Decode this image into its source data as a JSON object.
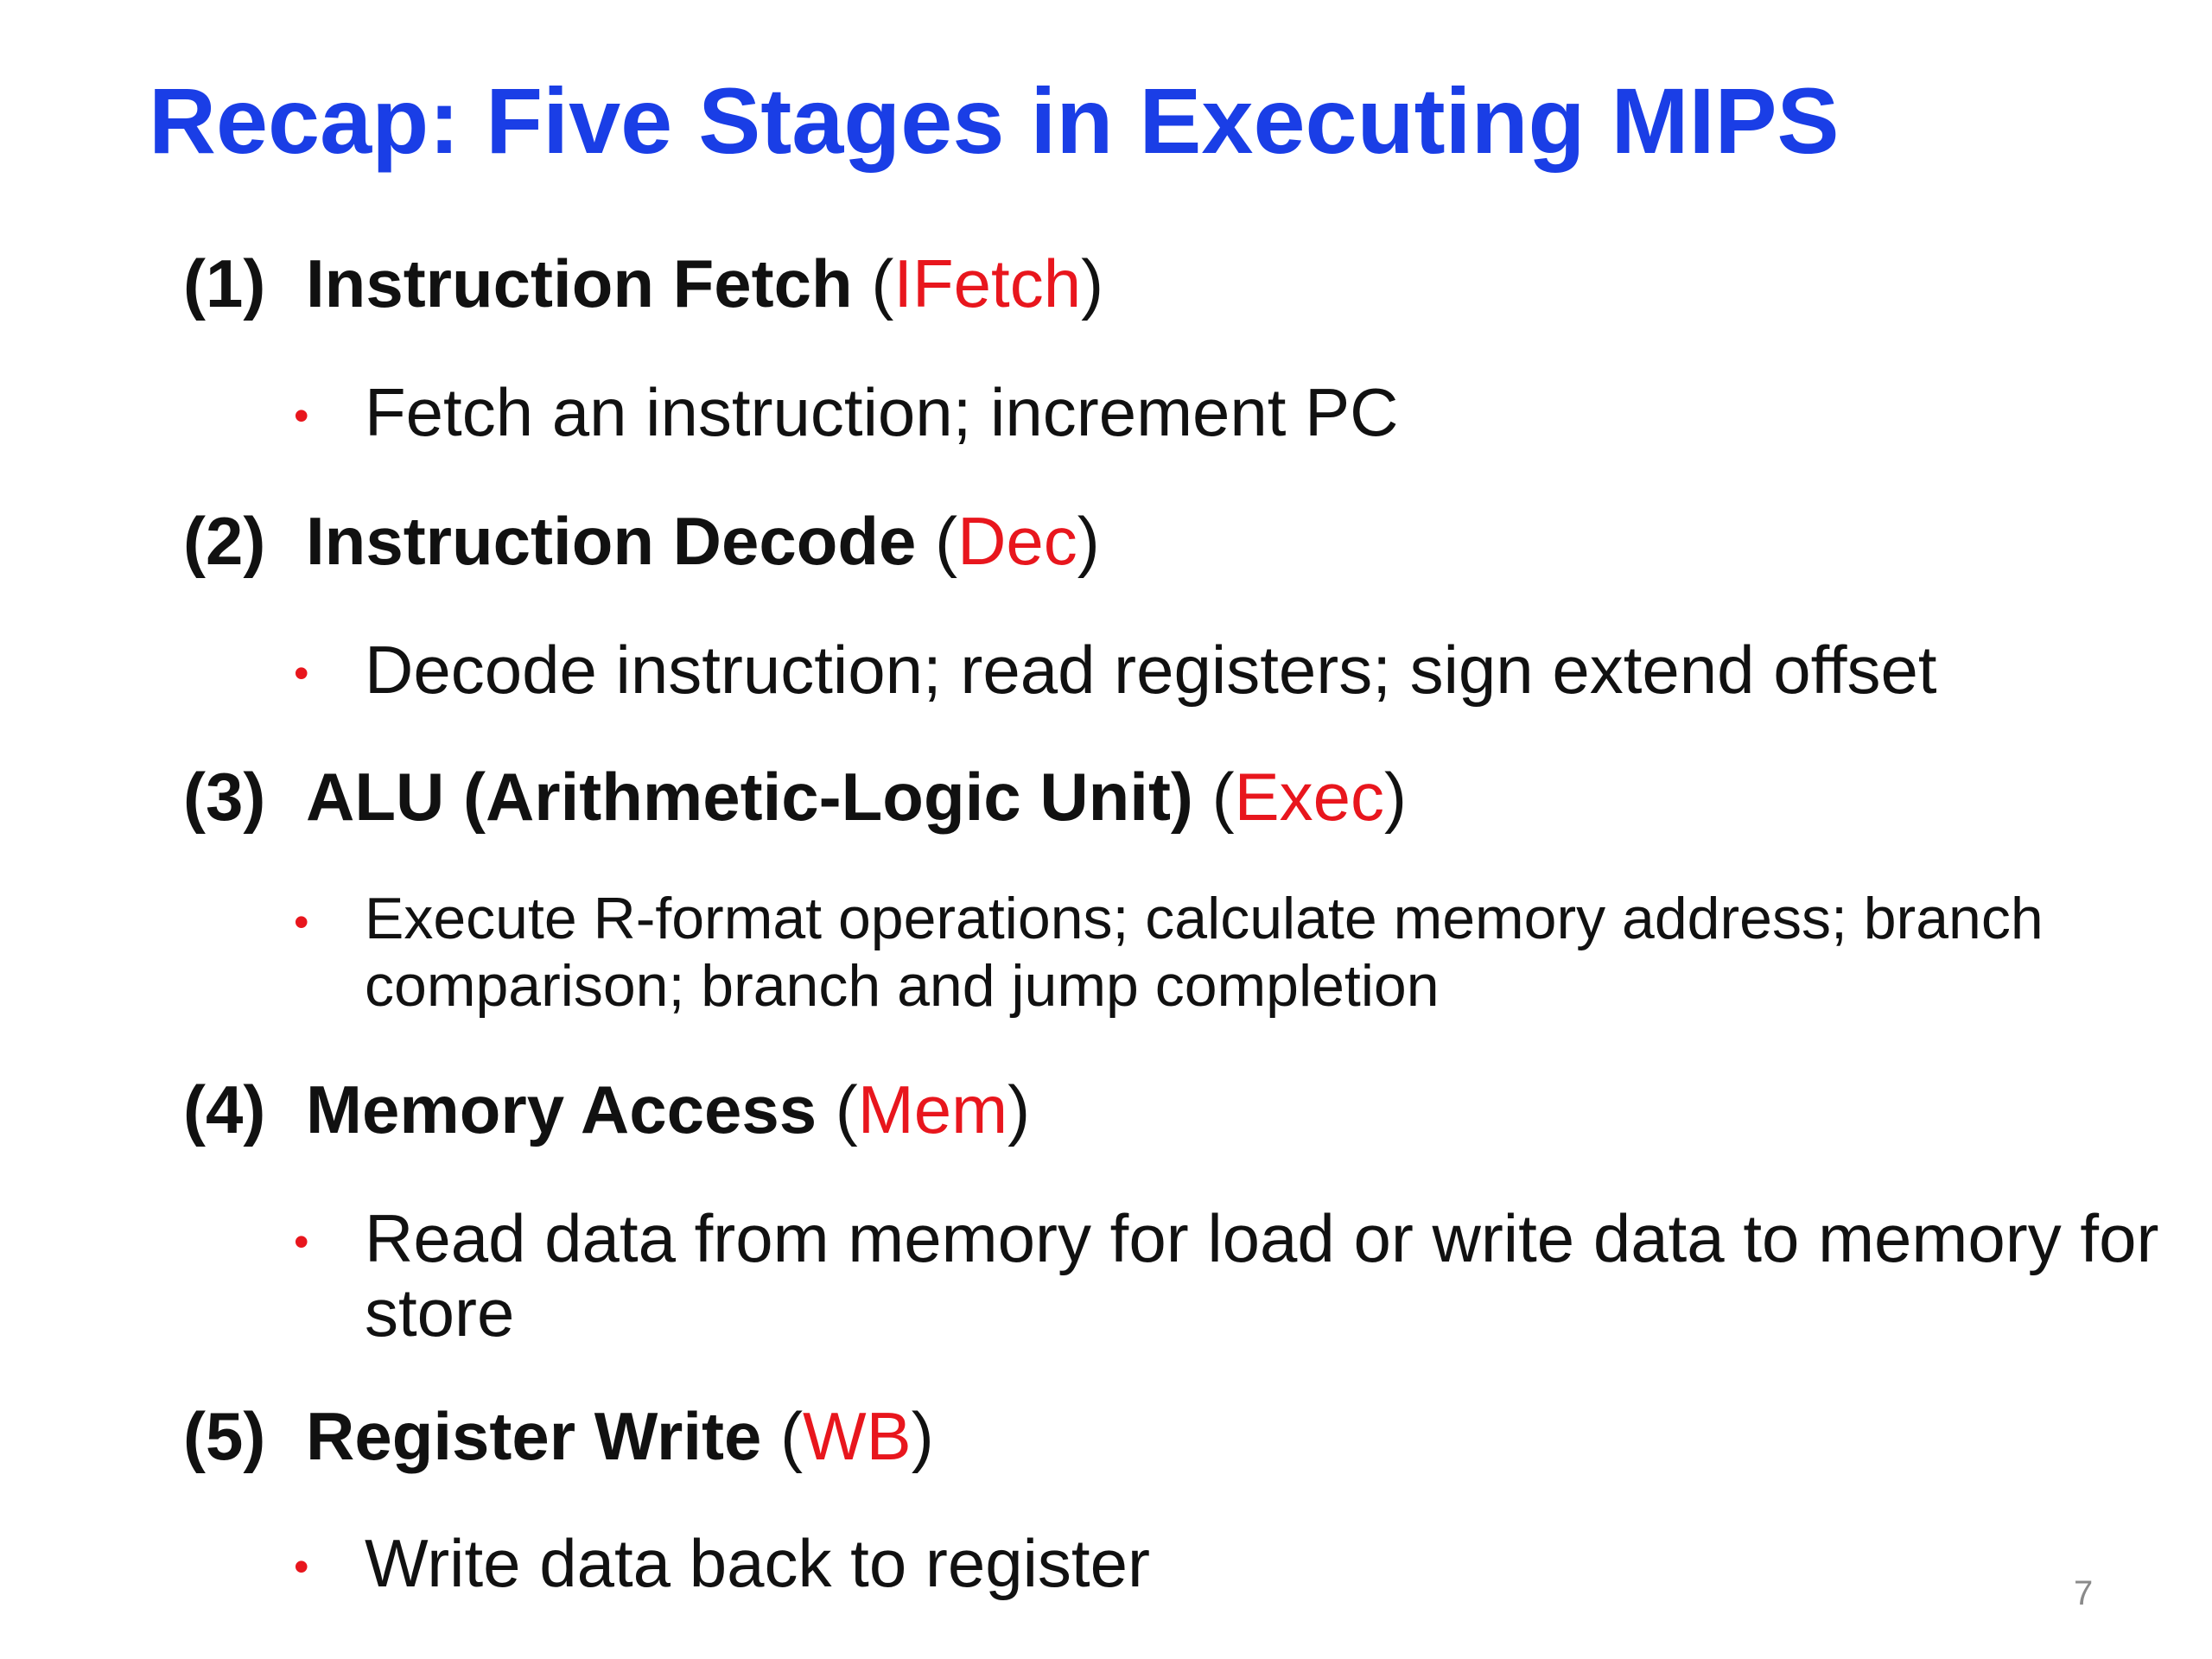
{
  "slide": {
    "title": "Recap: Five Stages in Executing MIPS",
    "page_number": "7",
    "bullet_symbol": "•",
    "stages": [
      {
        "number": "(1)",
        "name": "Instruction Fetch",
        "open_paren": "(",
        "abbr": "IFetch",
        "close_paren": ")",
        "description": "Fetch an instruction; increment PC"
      },
      {
        "number": "(2)",
        "name": "Instruction Decode",
        "open_paren": "(",
        "abbr": "Dec",
        "close_paren": ")",
        "description": "Decode instruction; read registers; sign extend offset"
      },
      {
        "number": "(3)",
        "name": "ALU (Arithmetic-Logic Unit)",
        "open_paren": "(",
        "abbr": "Exec",
        "close_paren": ")",
        "description": "Execute R-format operations; calculate memory address; branch comparison; branch and jump completion"
      },
      {
        "number": "(4)",
        "name": "Memory Access",
        "open_paren": "(",
        "abbr": "Mem",
        "close_paren": ")",
        "description": "Read data from memory for load or write data to memory for store"
      },
      {
        "number": "(5)",
        "name": "Register Write",
        "open_paren": "(",
        "abbr": "WB",
        "close_paren": ")",
        "description": "Write data back to register"
      }
    ],
    "colors": {
      "title": "#1a3ee6",
      "abbr": "#e8161d",
      "bullet": "#e8161d",
      "text": "#111111",
      "page_number": "#8a8a8a"
    }
  }
}
